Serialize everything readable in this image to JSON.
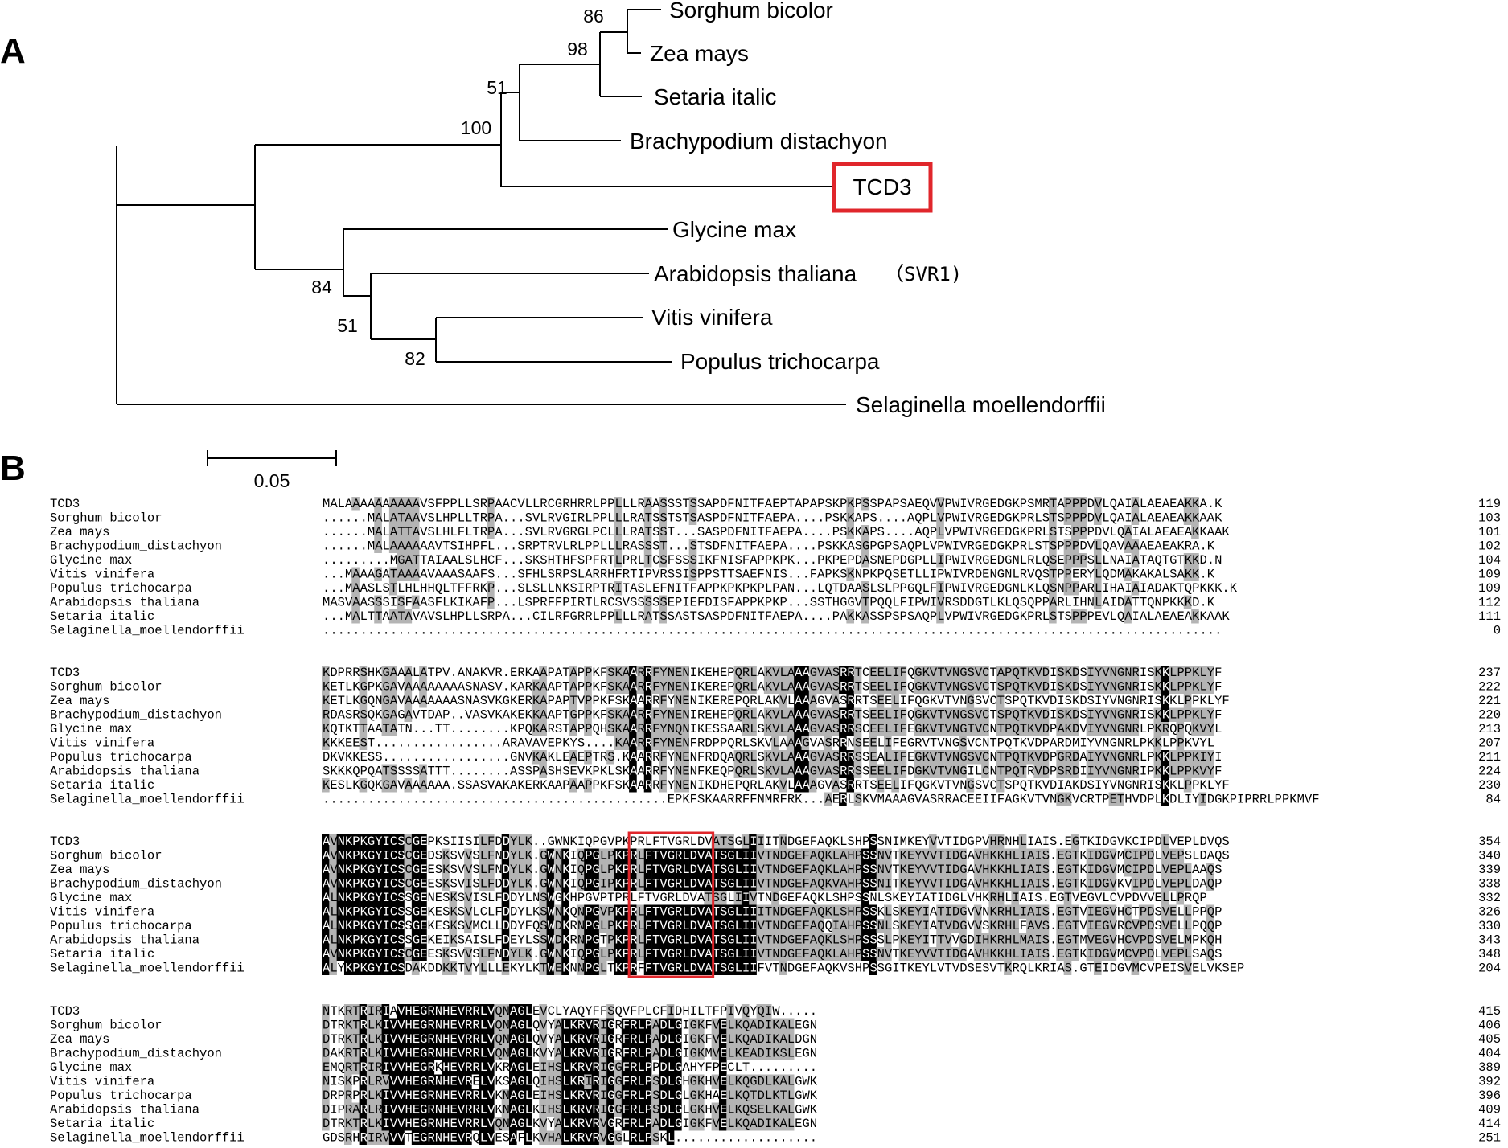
{
  "panels": {
    "a": "A",
    "b": "B"
  },
  "tree": {
    "taxa": [
      {
        "id": "sorghum",
        "label": "Sorghum bicolor"
      },
      {
        "id": "zea",
        "label": "Zea mays"
      },
      {
        "id": "setaria",
        "label": "Setaria italic"
      },
      {
        "id": "brachy",
        "label": "Brachypodium distachyon"
      },
      {
        "id": "tcd3",
        "label": "TCD3"
      },
      {
        "id": "glycine",
        "label": "Glycine max"
      },
      {
        "id": "arabidopsis",
        "label": "Arabidopsis thaliana"
      },
      {
        "id": "vitis",
        "label": "Vitis vinifera"
      },
      {
        "id": "populus",
        "label": "Populus trichocarpa"
      },
      {
        "id": "selaginella",
        "label": "Selaginella moellendorffii"
      }
    ],
    "arabidopsis_note": "（SVR1)",
    "bootstrap": [
      "86",
      "98",
      "51",
      "100",
      "84",
      "51",
      "82"
    ],
    "scale_label": "0.05",
    "highlight_color": "#e0262b"
  },
  "alignment": {
    "names": [
      "TCD3",
      "Sorghum bicolor",
      "Zea mays",
      "Brachypodium_distachyon",
      "Glycine max",
      "Vitis vinifera",
      "Populus trichocarpa",
      "Arabidopsis thaliana",
      "Setaria italic",
      "Selaginella_moellendorffii"
    ],
    "colors": {
      "conserved": "#000000",
      "similar": "#b4b4b4",
      "box": "#e0262b"
    },
    "blocks": [
      {
        "seqs": [
          "MALAAAAAAAAAAVSFPPLLSRPAACVLLRCGRHRRLPPLLLRAASSSTSSAPDFNITFAEPTAPAPSKPKPSSPAPSAEQVVPWIVRGEDGKPSMRTAPPPDVLQAIALAEAEAKKA.K",
          "......MALATAAVSLHPLLTRPA...SVLRVGIRLPPLLLRATSSTSTSASPDFNITFAEPA....PSKKAPS....AQPLVPWIVRGEDGKPRLSTSPPPDVLQAIALAEAEAKKAAK",
          "......MALATTAVSLHLFLTRPA...SVLRVGRGLPCLLLRATSST...SASPDFNITFAEPA....PSKKAPS....AQPLVPWIVRGEDGKPRLSTSPPPDVLQAIALAEAEAKKAAK",
          "......MALAAAAAAVTSIHPFL...SRPTRVLRLPPLLLRASSST...STSDFNITFAEPA....PSKKASGPGPSAQPLVPWIVRGEDGKPRLSTSPPPDVLQAVAAAEAEAKRA.K",
          ".........MGATTAIAALSLHCF...SKSHTHFSPFRTLPRLTCSFSSSIKFNISFAPPKPK...PKPEPDASNEPDGPLLIPWIVRGEDGNLRLQSEPPPSLLNAIATAQTGTKKD.N",
          "...MAAAGATAAAAVAAASAAFS...SFHLSRPSLARRHFRTIPVRSSISPPSTTSAEFNIS...FAPKSKNPKPQSETLLIPWIVRDENGNLRVQSTPPERYLQDMAKAKALSAKK.K",
          "...MAASLSTLHLHHQLTFFRKP...SLSLLNKSIRPTRITASLEFNITFAPPKPKPKPLPAN...LQTDAASLSLPPGQLFIPWIVRGEDGNLKLQSNPPARLIHAIAIADAKTQPKKK.K",
          "MASVAASSSISFAASFLKIKAFP...LSPRFFPIRTLRCSVSSSSSEPIEFDISFAPPKPKP...SSTHGGVTPQQLFIPWIVRSDDGTLKLQSQPPARLIHNLAIDATTQNPKKKD.K",
          "...MALTTAATAVAVSLHPLLSRPA...CILRFGRRLPPLLLRATSSASTSASPDFNITFAEPA....PAKKASSPSPSAQPLVPWIVRGEDGKPRLSTSPPPEVLQAIALAEAEAKKAAK",
          "........................................................................................................................"
        ],
        "nums": [
          "119",
          "103",
          "101",
          "102",
          "104",
          "109",
          "109",
          "112",
          "111",
          "0"
        ]
      },
      {
        "seqs": [
          "KDPRRSHKGAAALATPV.ANAKVR.ERKAAPATAPPKFSKAARRFYNENIKEHEPQRLAKVLAAAGVASRRTCEELIFQGKVTVNGSVCTAPQTKVDISKDSIYVNGNRISKKLPPKLYF",
          "KETLKGPKGAVAAAAAAAASNASV.KARKAAPTAPPKFSKAARRFYNENIKEREPQRLAKVLAAAGVASRRTSEELIFQGKVTVNGSVCTSPQTKVDISKDSIYVNGNRISKKLPPKLYF",
          "KETLKGQNGAVAAAAAAASNASVKGKERKAPAPTVPPKFSKAARRFYNENIKEREPQRLAKVLAAAGVASRRTSEELIFQGKVTVNGSVCTSPQTKVDISKDSIYVNGNRISKKLPPKLYF",
          "RDASRSQKGAGAVTDAP..VASVKAKEKKAAPTGPPKFSKAARRFYNENIREHEPQRLAKVLAAAGVASRRTSEELIFQGKVTVNGSVCTSPQTKVDISKDSIYVNGNRISKKLPPKLYF",
          "KQTKTTAATATN...TT........KPQKARSTAPPQHSKAARRFYNQNIKESSAARLSKVLAAAGVASRRSCEELIFEGKVTVNGTVCNTPQTKVDPAKDVIYVNGNRLPKRQPQKVYL",
          "KKKEEST.................ARAVAVEPKYS....KAARRFYNENFRDPPQRLSKVLAAAGVASRRNSEELIFEGRVTVNGSVCNTPQTKVDPARDMIYVNGNRLPKKLPPKVYL",
          "DKVKKESS.................GNVKAKLEAEPTRS.KAARRFYNENFRDQAQRLSKVLAAAGVASRRSSEALIFEGKVTVNGSVCNTPQTKVDPGRDAIYVNGNRLPKKLPPKIYI",
          "SKKKQPQATSSSSATTT........ASSPASHSEVKPKLSKAARRFYNENFKEQPQRLSKVLAAAGVASRRSSEELIFDGKVTVNGILCNTPQTRVDPSRDIIYVNGNRIPKKLPPKVYF",
          "KESLKGQKGAVAAAAAA.SSASVAKAKERKAAPAAPPKFSKAARRFYNENIKDHEPQRLAKVLAAAGVASRRTSEELIFQGKVTVNGSVCTSPQTKVDIAKDSIYVNGNRISKKLPPKLYF",
          "..............................................EPKFSKAARRFFNMRFRK...AERLSKVMAAAGVASRRACEEIIFAGKVTVNGKVCRTPETHVDPLKDLIYIDGKPIPRRLPPKMVF"
        ],
        "nums": [
          "237",
          "222",
          "221",
          "220",
          "213",
          "207",
          "211",
          "224",
          "230",
          "84"
        ]
      },
      {
        "seqs": [
          "AVNKPKGYICSCGEPKSIISILFDDYLK..GWNKIQPGVPKPRLFTVGRLDVATSGLIIITNDGEFAQKLSHPSSNIMKEYVVTIDGPVHRNHLIAIS.EGTKIDGVKCIPDLVEPLDVQS",
          "AVNKPKGYICSCGEDSKSVVSLFNDYLK.GWNKIQPGLPKPRLFTVGRLDVATSGLIIVTNDGEFAQKLAHPSSNVTKEYVVTIDGAVHKKHLIAIS.EGTKIDGVMCIPDLVEPSLDAQS",
          "AVNKPKGYICSCGEESKSVVSLFNDYLK.GWNKIQPGLPKPRLFTVGRLDVATSGLIIVTNDGEFAQKLAHPSSNVTKEYVVTIDGAVHKKHLIAIS.EGTKIDGVMCIPDLVEPLAAQS",
          "AVNKPKGYICSCGEESKSVISLFDDYLK.GWNKIQPGIPKPRLFTVGRLDVATSGLIIVTNDGEFAQKVAHPSSNITKEYVVTIDGAVHKKHLIAIS.EGTKIDGVKVIPDLVEPLDAQP",
          "ALNKPKGYICSSGENESKSVISLFDDYLNSWGKHPGVPTPRLFTVGRLDVATSGLIIVTNDGEFAQKLSHPSSNLSKEYIATIDGLVHKRHLIAIS.EGTVEGVLCVPDVVELLPRQP",
          "ALNKPKGYICSSGEKESKSVLCLFDDYLKSWNKQNPGVPKPRLFTVGRLDVATSGLIIITNDGEFAQKLSHPSSKLSKEYIATIDGVVNKRHLIAIS.EGTVIEGVHCTPDSVELLPPQP",
          "ALNKPKGYICSSGEKESKSVMCLLDDYFQSWDKRNPGLPKPRLFTVGRLDVATSGLIIVTNDGEFAQQIAHPSSNLSKEYIATVDGVVSKRHLFAVS.EGTVIEGVRCVPDSVELLPQQP",
          "ALNKPKGYICSSGEKEIKSAISLFDEYLSSWDKRNPGTPKPRLFTVGRLDVATSGLIIVTNDGEFAQKLSHPSSSLPKEYITTVVGDIHKRHLMAIS.EGTMVEGVHCVPDSVELMPKQH",
          "AVNKPKGYICSCGEESKSVVSLFNDYLK.GWNKIQPGLPKPRLFTVGRLDVATSGLIIVTNDGEFAQKLAHPSSNVTKEYVVTIDGAVHKKHLIAIS.EGTKIDGVMCVPDLVEPLSAQS",
          "ALYKPKGYICSDAKDDKKTVYLLLEKYLKTWEKNNPGLTKPRFFTVGRLDVATSGLIIFVTNDGEFAQKVSHPSSGITKEYLVTVDSESVTKRQLKRIAS.GTEIDGVMCVPEISVELVKSEP"
        ],
        "nums": [
          "354",
          "340",
          "339",
          "338",
          "332",
          "326",
          "330",
          "343",
          "348",
          "204"
        ]
      },
      {
        "seqs": [
          "NTKRTRIRIAVHEGRNHEVRRLVQNAGLEVCLYAQYFFSQVFPLCFIDHILTFPIVQYQIW.....",
          "DTRKTRLKIVVHEGRNHEVRRLVQNAGLQVYALKRVRIGRFRLPADLGIGKFVELKQADIKALEGN",
          "DTRKTRLKIVVHEGRNHEVRRLVQNAGLQVYALKRVRIGRFRLPADLGIGKFVELKQADIKALDGN",
          "DAKRTRLKIVVHEGRNHEVRRLVQNAGLKVYALKRVRIGRFRLPADLGIGKMVELKEADIKSLEGN",
          "EMQRTRIRIVVHEGRKHEVRRLVKRAGLEIHSLKRVRIGGFRLPPDLGAHYFPECLT.........",
          "NISKPRLRVVVHEGRNHEVRELVKSAGLQIHSLKRIRIGGFRLPSDLGHGKHVELKQGDLKALGWK",
          "DRPRPRLKIVVHEGRNHEVRRLVKNAGLEIHSLKRVRIGGFRLPSDLGLGKHAELKQTDLKTLGWK",
          "DIPRARLRIVVHEGRNHEVRRLVKNAGLKIHSLKRVRIGGFRLPSDLGLGKHVELKQSELKALGWK",
          "DTRKTRLKIVVHEGRNHEVRRLVQNAGLKVYALKRVRVGRFRLPADLGIGKFVELKQADIKALEGN",
          "GDSRHRIRVVVTEGRNHEVRQLVESAFLKVHALKRVRVGGLRLPSKL..................."
        ],
        "nums": [
          "415",
          "406",
          "405",
          "404",
          "389",
          "392",
          "396",
          "409",
          "414",
          "251"
        ]
      }
    ]
  }
}
